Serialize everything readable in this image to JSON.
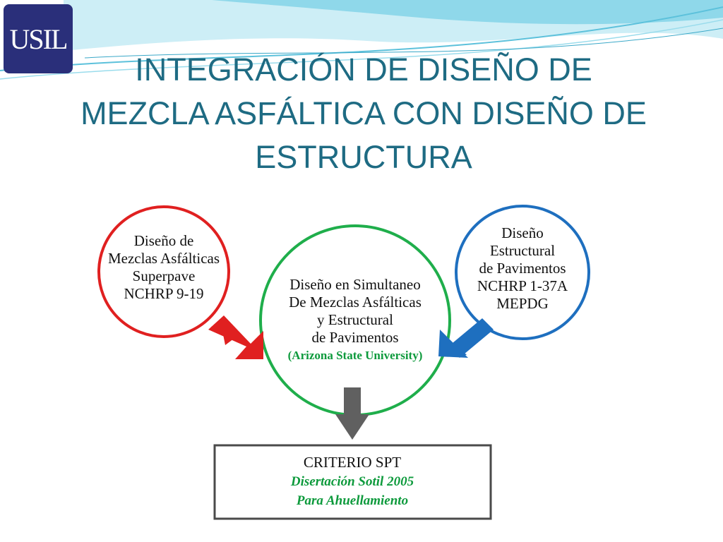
{
  "logo": {
    "text": "USIL"
  },
  "slide": {
    "title_lines": [
      "INTEGRACIÓN DE DISEÑO DE",
      "MEZCLA ASFÁLTICA CON DISEÑO DE",
      "ESTRUCTURA"
    ]
  },
  "diagram": {
    "left_node": {
      "lines": [
        "Diseño de",
        "Mezclas Asfálticas",
        "Superpave",
        "NCHRP 9-19"
      ],
      "color": "#e02020"
    },
    "center_node": {
      "lines": [
        "Diseño en Simultaneo",
        "De Mezclas Asfálticas",
        "y Estructural",
        "de Pavimentos"
      ],
      "source": "(Arizona State University)",
      "color": "#1fae4b"
    },
    "right_node": {
      "lines": [
        "Diseño",
        "Estructural",
        "de Pavimentos",
        "NCHRP 1-37A",
        "MEPDG"
      ],
      "color": "#1e6fbf"
    },
    "result_box": {
      "title": "CRITERIO SPT",
      "line1": "Disertación Sotil 2005",
      "line2": "Para Ahuellamiento"
    },
    "arrow_colors": {
      "left": "#e02020",
      "right": "#1e6fbf",
      "down": "#606060"
    }
  },
  "theme": {
    "title_color": "#1e6b83",
    "logo_bg": "#2a2f7a",
    "wave_color": "#7fd3e6"
  }
}
